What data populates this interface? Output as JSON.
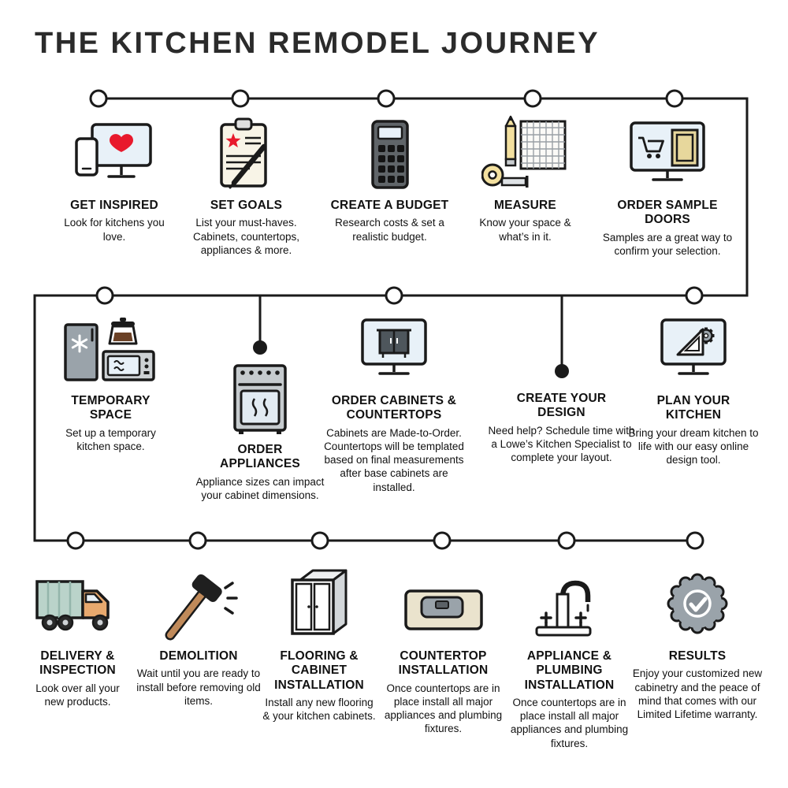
{
  "page_title": "THE KITCHEN REMODEL JOURNEY",
  "colors": {
    "line": "#1a1a1a",
    "accent_red": "#e8192c",
    "screen_blue": "#e8f1f8",
    "sample_tan": "#e7d79c",
    "steel_gray": "#9aa3aa",
    "truck_teal": "#bad3ca",
    "truck_orange": "#e8a96e",
    "handle_brown": "#c08a5a",
    "pencil_yellow": "#f3e09f"
  },
  "rows": [
    {
      "steps": [
        {
          "icon": "monitor-heart-phone-icon",
          "title": "GET INSPIRED",
          "desc": "Look for kitchens you love."
        },
        {
          "icon": "clipboard-star-pen-icon",
          "title": "SET GOALS",
          "desc": "List your must-haves. Cabinets, countertops, appliances & more."
        },
        {
          "icon": "calculator-icon",
          "title": "CREATE A BUDGET",
          "desc": "Research costs & set a realistic budget."
        },
        {
          "icon": "tape-measure-pencil-grid-icon",
          "title": "MEASURE",
          "desc": "Know your space & what’s in it."
        },
        {
          "icon": "monitor-cart-door-icon",
          "title": "ORDER SAMPLE DOORS",
          "desc": "Samples are a great way to confirm your selection."
        }
      ]
    },
    {
      "steps": [
        {
          "icon": "fridge-coffee-microwave-icon",
          "title": "TEMPORARY SPACE",
          "desc": "Set up a temporary kitchen space."
        },
        {
          "icon": "range-oven-icon",
          "title": "ORDER APPLIANCES",
          "desc": "Appliance sizes can impact your cabinet dimensions."
        },
        {
          "icon": "monitor-cabinets-icon",
          "title": "ORDER CABINETS & COUNTERTOPS",
          "desc": "Cabinets are Made-to-Order. Countertops will be templated based on final measurements after base cabinets are installed."
        },
        {
          "icon": "none",
          "title": "CREATE YOUR DESIGN",
          "desc": "Need help? Schedule time with a Lowe’s Kitchen Specialist to complete your layout."
        },
        {
          "icon": "monitor-ruler-gear-icon",
          "title": "PLAN YOUR KITCHEN",
          "desc": "Bring your dream kitchen to life with our easy online design tool."
        }
      ]
    },
    {
      "steps": [
        {
          "icon": "delivery-truck-icon",
          "title": "DELIVERY & INSPECTION",
          "desc": "Look over all your new products."
        },
        {
          "icon": "sledgehammer-icon",
          "title": "DEMOLITION",
          "desc": "Wait until you are ready to install before removing old items."
        },
        {
          "icon": "cabinet-icon",
          "title": "FLOORING & CABINET INSTALLATION",
          "desc": "Install any new flooring & your kitchen cabinets."
        },
        {
          "icon": "countertop-sink-icon",
          "title": "COUNTERTOP INSTALLATION",
          "desc": "Once countertops are in place install all major appliances and plumbing fixtures."
        },
        {
          "icon": "faucet-icon",
          "title": "APPLIANCE & PLUMBING INSTALLATION",
          "desc": "Once countertops are in place install all major appliances and plumbing fixtures."
        },
        {
          "icon": "checkmark-badge-icon",
          "title": "RESULTS",
          "desc": "Enjoy your customized new cabinetry and the peace of mind that comes with our Limited Lifetime warranty."
        }
      ]
    }
  ]
}
